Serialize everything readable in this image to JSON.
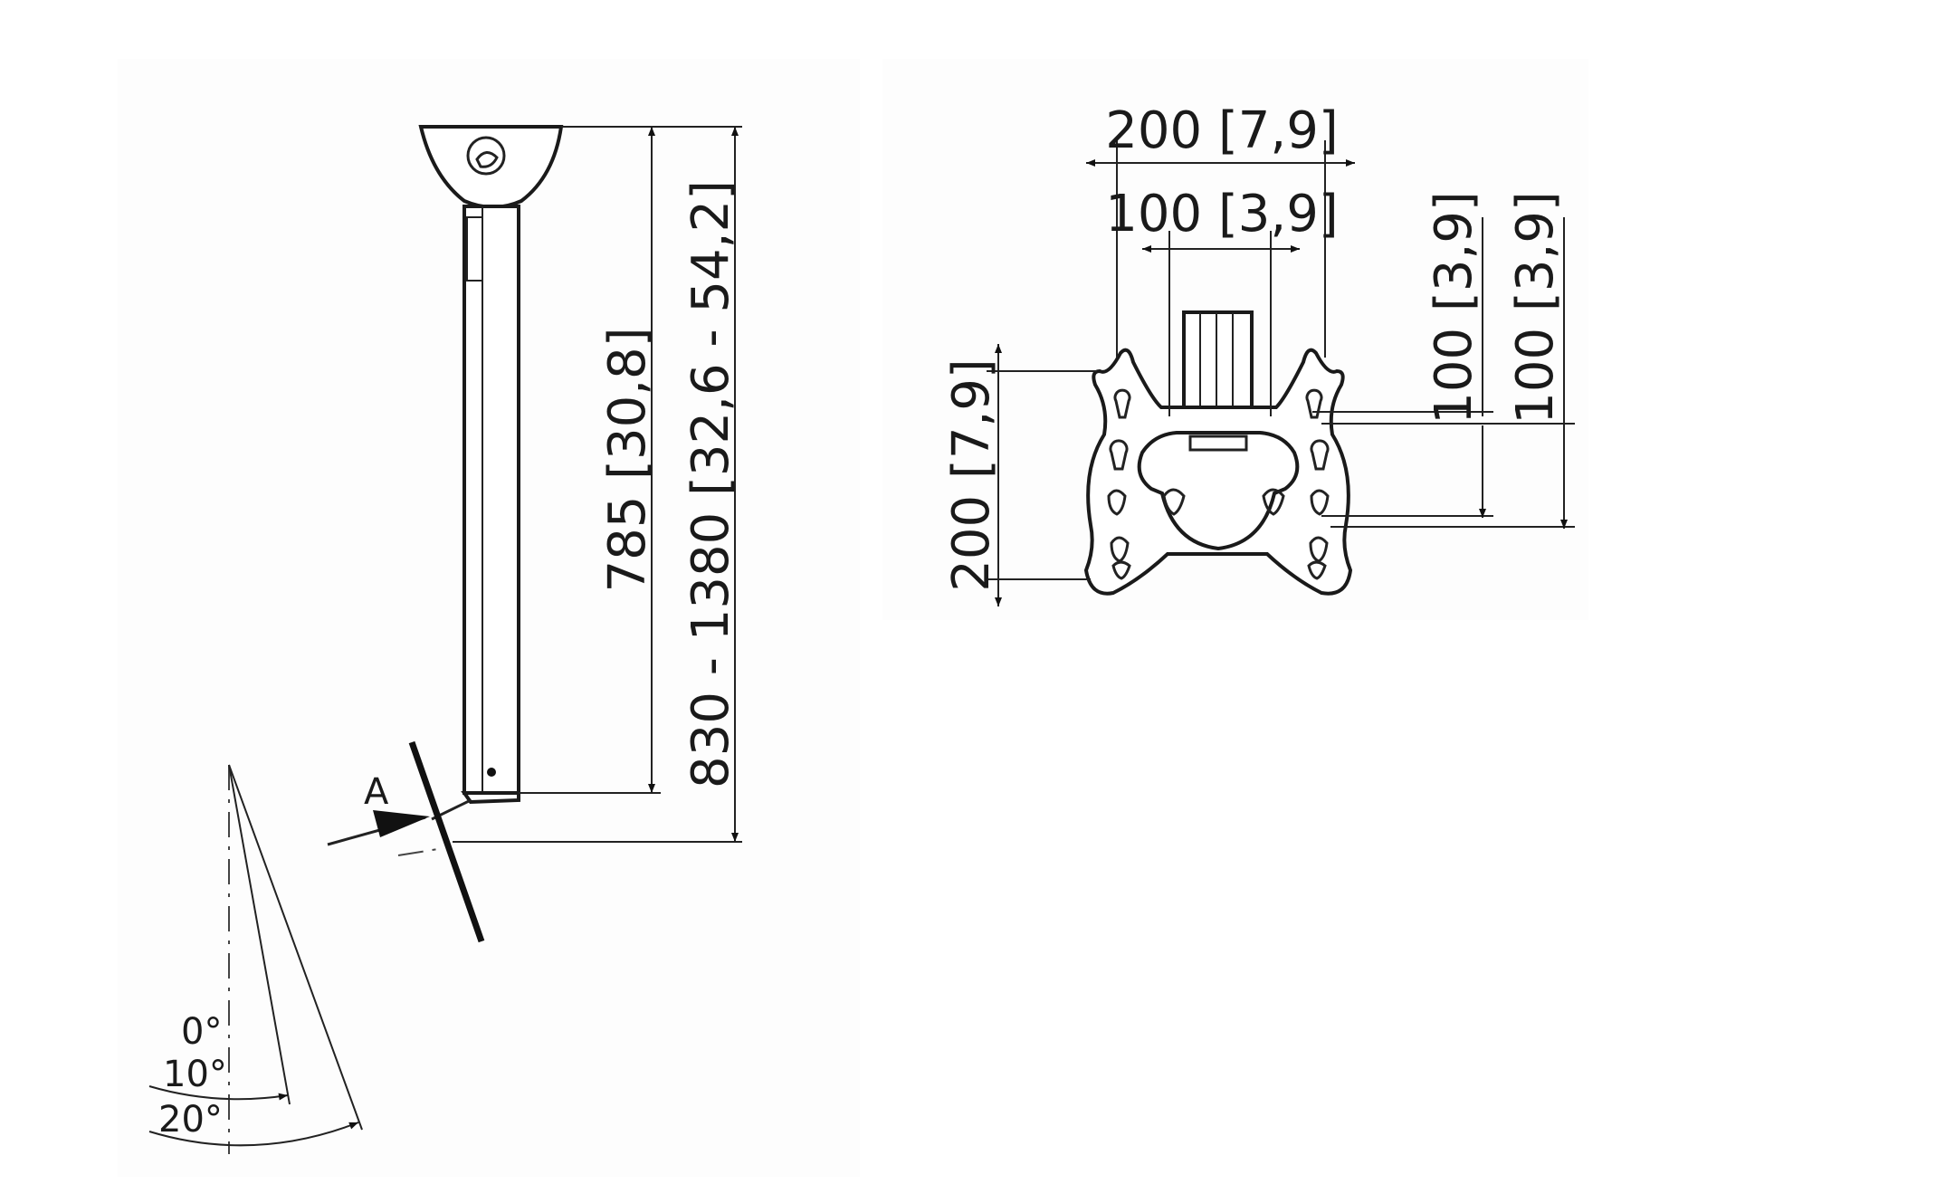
{
  "side_view": {
    "dim_length_fixed": "785 [30,8]",
    "dim_length_range": "830 - 1380 [32,6 - 54,2]",
    "view_marker": "A",
    "tilt_angles": [
      "0°",
      "10°",
      "20°"
    ]
  },
  "front_view": {
    "dim_outer_width": "200 [7,9]",
    "dim_inner_width": "100 [3,9]",
    "dim_outer_height": "200 [7,9]",
    "dim_right_height_1": "100 [3,9]",
    "dim_right_height_2": "100 [3,9]"
  }
}
